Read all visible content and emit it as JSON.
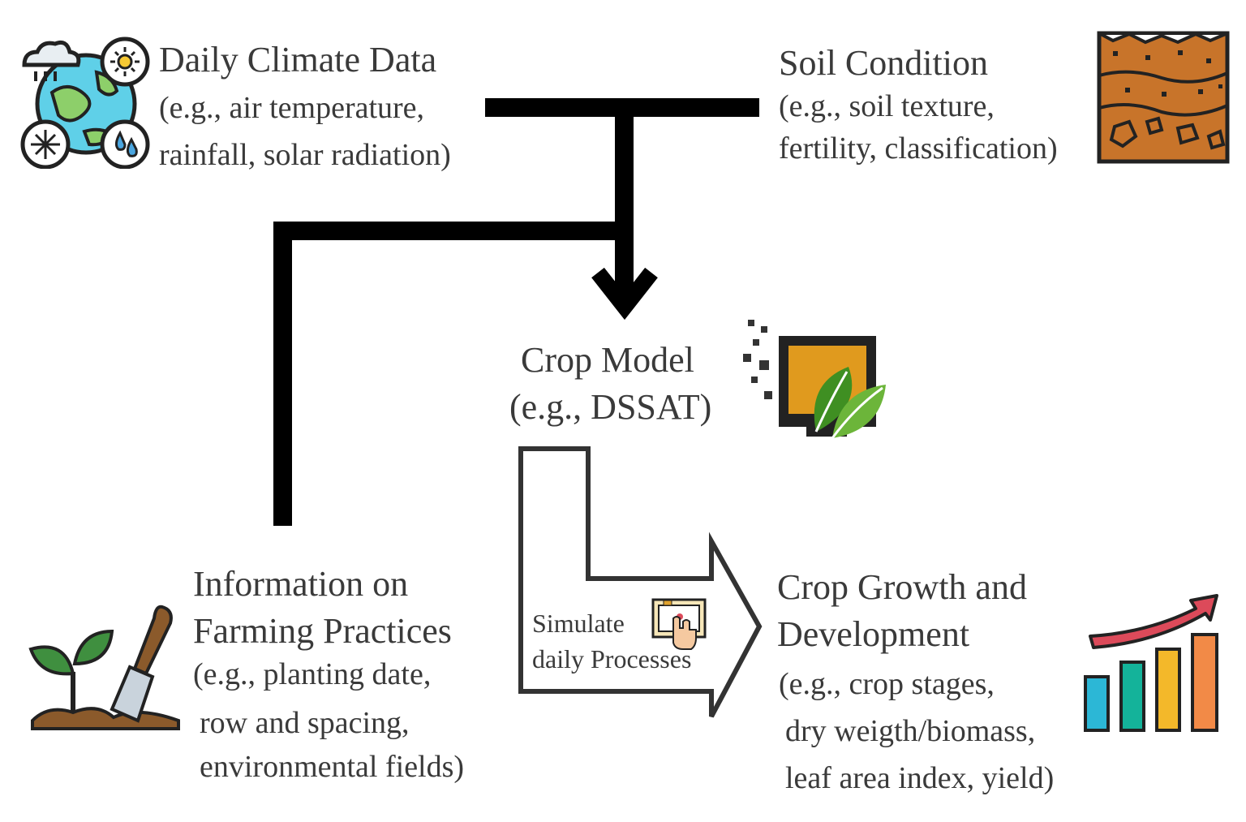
{
  "climate": {
    "title": "Daily Climate Data",
    "line1": "(e.g., air temperature,",
    "line2": "rainfall, solar radiation)"
  },
  "soil": {
    "title": "Soil Condition",
    "line1": "(e.g., soil texture,",
    "line2": "fertility, classification)"
  },
  "crop_model": {
    "title": "Crop Model",
    "line1": "(e.g., DSSAT)"
  },
  "farming": {
    "title1": "Information on",
    "title2": "Farming Practices",
    "line1": "(e.g., planting date,",
    "line2": "row and spacing,",
    "line3": "environmental fields)"
  },
  "simulate": {
    "line1": "Simulate",
    "line2": "daily Processes"
  },
  "growth": {
    "title1": "Crop Growth and",
    "title2": "Development",
    "line1": "(e.g., crop stages,",
    "line2": "dry weigth/biomass,",
    "line3": "leaf area index, yield)"
  },
  "icons": {
    "climate": "earth-weather-icon",
    "soil": "soil-layers-icon",
    "crop_model": "computer-leaf-icon",
    "farming": "seedling-trowel-icon",
    "simulate": "touch-screen-icon",
    "growth": "growth-bar-chart-icon"
  },
  "colors": {
    "connector": "#000000",
    "soil": "#c8742a",
    "leaf": "#5a9e2f",
    "monitor": "#e09a1e",
    "bar1": "#2cb7d6",
    "bar2": "#14b39a",
    "bar3": "#f3b82a",
    "bar4": "#f28a47",
    "arrow_red": "#dc4a5a"
  }
}
